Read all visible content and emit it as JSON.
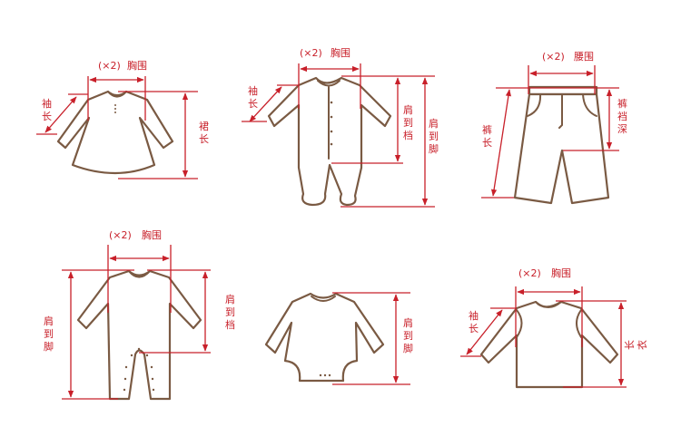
{
  "colors": {
    "measure": "#c8202a",
    "garment": "#7a5a43",
    "background": "#ffffff"
  },
  "garments": [
    {
      "name": "dress",
      "labels": {
        "chest_prefix": "(×2)",
        "chest": "胸围",
        "sleeve": [
          "袖",
          "长"
        ],
        "length": [
          "裙",
          "长"
        ]
      }
    },
    {
      "name": "footed-romper",
      "labels": {
        "chest_prefix": "(×2)",
        "chest": "胸围",
        "sleeve": [
          "袖",
          "长"
        ],
        "shoulder_crotch": [
          "肩",
          "到",
          "档"
        ],
        "shoulder_foot": [
          "肩",
          "到",
          "脚"
        ]
      }
    },
    {
      "name": "pants",
      "labels": {
        "waist_prefix": "(×2)",
        "waist": "腰围",
        "pant_length": [
          "裤",
          "长"
        ],
        "rise": [
          "裤",
          "裆",
          "深"
        ]
      }
    },
    {
      "name": "jumpsuit",
      "labels": {
        "chest_prefix": "(×2)",
        "chest": "胸围",
        "shoulder_foot": [
          "肩",
          "到",
          "脚"
        ],
        "shoulder_crotch": [
          "肩",
          "到",
          "档"
        ]
      }
    },
    {
      "name": "bodysuit",
      "labels": {
        "shoulder_foot": [
          "肩",
          "到",
          "脚"
        ]
      }
    },
    {
      "name": "top",
      "labels": {
        "chest_prefix": "(×2)",
        "chest": "胸围",
        "sleeve": [
          "袖",
          "长"
        ],
        "length": [
          "衣",
          "长"
        ]
      }
    }
  ]
}
